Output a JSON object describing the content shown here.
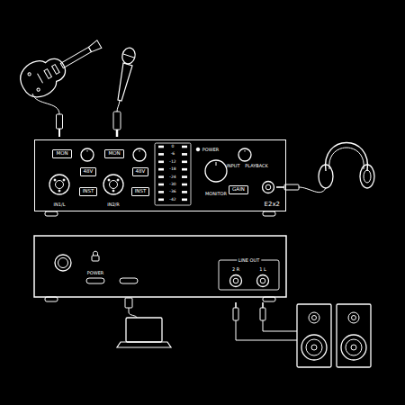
{
  "diagram": {
    "nodes": [
      {
        "text": [
          "E2x2"
        ]
      },
      {
        "text": [
          "MON"
        ],
        "in": 0
      },
      {
        "text": [
          "48V"
        ],
        "in": 0
      },
      {
        "text": [
          "INST"
        ],
        "in": 0
      },
      {
        "text": [
          "MON"
        ],
        "in": 0
      },
      {
        "text": [
          "48V"
        ],
        "in": 0
      },
      {
        "text": [
          "INST"
        ],
        "in": 0
      },
      {
        "text": [
          "GAIN"
        ],
        "in": 0
      }
    ],
    "labels": [
      "IN1/L",
      "IN2/R",
      "0",
      "-6",
      "-12",
      "-18",
      "-24",
      "-30",
      "-36",
      "-42",
      "POWER",
      "INPUT",
      "PLAYBACK",
      "MONITOR",
      "POWER",
      "LINE OUT",
      "2 R",
      "1 L"
    ]
  }
}
